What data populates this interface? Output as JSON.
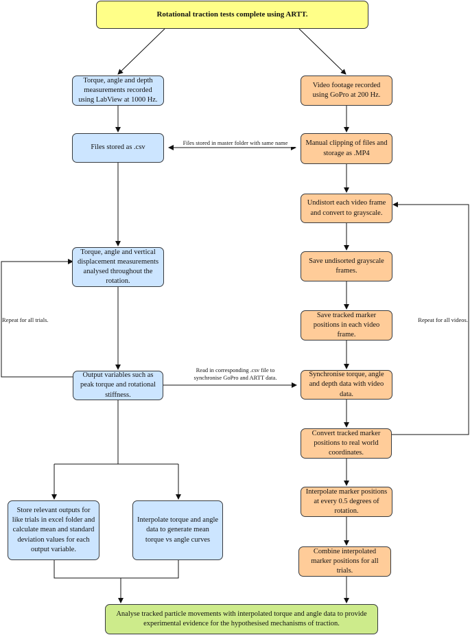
{
  "nodes": {
    "start": "Rotational traction tests complete using ARTT.",
    "labview": "Torque, angle and depth measurements recorded using LabView at 1000 Hz.",
    "csv": "Files stored as .csv",
    "analyse": "Torque, angle and vertical displacement measurements analysed throughout the rotation.",
    "output": "Output variables such as peak torque and rotational stiffness.",
    "excel": "Store relevant outputs for like trials in excel folder and calculate mean and standard deviation values for each output variable.",
    "interp_torque": "Interpolate torque and angle data to generate mean torque vs angle curves",
    "gopro": "Video footage recorded using GoPro at 200 Hz.",
    "clip": "Manual clipping of files and storage as .MP4",
    "undistort": "Undistort each video frame and convert to grayscale.",
    "save_gray": "Save undisorted grayscale frames.",
    "save_marker": "Save tracked marker positions in each video frame.",
    "sync": "Synchronise torque, angle and depth data with video data.",
    "convert": "Convert tracked marker positions to real world coordinates.",
    "interp_marker": "Interpolate marker positions at every 0.5 degrees of rotation.",
    "combine": "Combine interpolated marker positions for all trials.",
    "final": "Analyse tracked particle movements with interpolated torque and angle data to provide experimental evidence for the hypothesised mechanisms of traction."
  },
  "labels": {
    "master_folder": "Files stored in master folder with same name",
    "read_csv_line1": "Read in corresponding .csv file to",
    "read_csv_line2": "synchronise GoPro and ARTT data.",
    "repeat_trials": "Repeat for all trials.",
    "repeat_videos": "Repeat for all videos."
  },
  "colors": {
    "start": "#ffff88",
    "blue": "#cce5ff",
    "orange": "#ffcc99",
    "green": "#cdeb8b"
  }
}
